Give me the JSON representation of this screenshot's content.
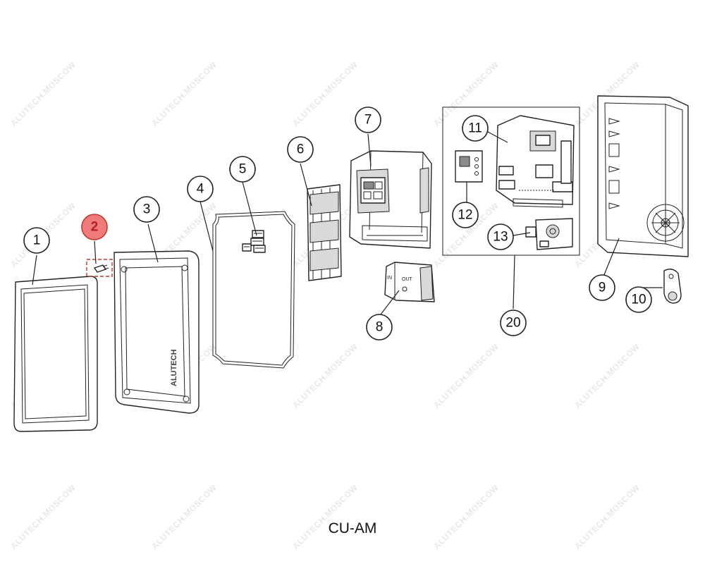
{
  "caption": "CU-AM",
  "watermark": "ALUTECH.MOSCOW",
  "brand_mark": "ALUTECH",
  "panel_labels": {
    "in": "IN",
    "out": "OUT"
  },
  "colors": {
    "highlight_fill": "#ef7b7b",
    "highlight_stroke": "#c0392b"
  },
  "callouts": [
    {
      "id": "1",
      "label": "1",
      "highlighted": false
    },
    {
      "id": "2",
      "label": "2",
      "highlighted": true
    },
    {
      "id": "3",
      "label": "3",
      "highlighted": false
    },
    {
      "id": "4",
      "label": "4",
      "highlighted": false
    },
    {
      "id": "5",
      "label": "5",
      "highlighted": false
    },
    {
      "id": "6",
      "label": "6",
      "highlighted": false
    },
    {
      "id": "7",
      "label": "7",
      "highlighted": false
    },
    {
      "id": "8",
      "label": "8",
      "highlighted": false
    },
    {
      "id": "9",
      "label": "9",
      "highlighted": false
    },
    {
      "id": "10",
      "label": "10",
      "highlighted": false
    },
    {
      "id": "11",
      "label": "11",
      "highlighted": false
    },
    {
      "id": "12",
      "label": "12",
      "highlighted": false
    },
    {
      "id": "13",
      "label": "13",
      "highlighted": false
    },
    {
      "id": "20",
      "label": "20",
      "highlighted": false
    }
  ]
}
